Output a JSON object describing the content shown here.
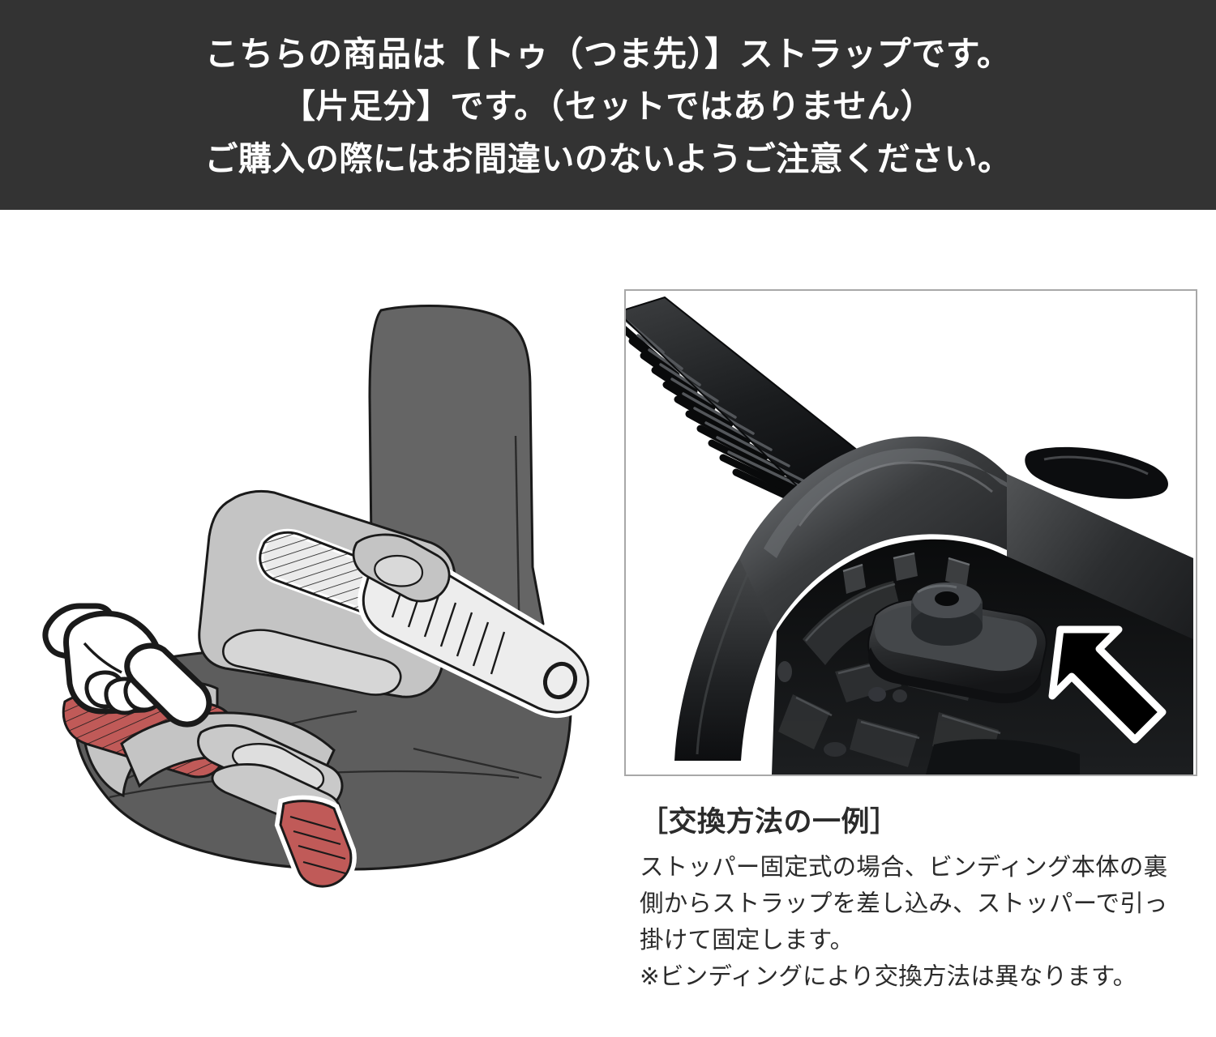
{
  "banner": {
    "line1": "こちらの商品は【トゥ（つま先）】ストラップです。",
    "line2": "【片足分】です。（セットではありません）",
    "line3": "ご購入の際にはお間違いのないようご注意ください。",
    "background_color": "#333333",
    "text_color": "#ffffff"
  },
  "illustration": {
    "title": "snowboard-binding-toe-strap-diagram",
    "highback_color": "#656565",
    "baseplate_color": "#5d5d5d",
    "strap_gray_color": "#c4c4c4",
    "strap_light_color": "#ebebeb",
    "strap_red_color": "#c05a58",
    "outline_color": "#1a1a1a",
    "hand_icon": "pointing-hand-icon"
  },
  "photo": {
    "alt": "binding-stopper-closeup-photo",
    "border_color": "#a8a8a8",
    "arrow_icon": "up-left-arrow-icon",
    "arrow_fill": "#000000",
    "arrow_stroke": "#ffffff"
  },
  "caption": {
    "heading": "［交換方法の一例］",
    "body_lines": [
      "ストッパー固定式の場合、ビンディング本体の裏",
      "側からストラップを差し込み、ストッパーで引っ",
      "掛けて固定します。",
      "※ビンディングにより交換方法は異なります。"
    ],
    "text_color": "#2b2b2b"
  }
}
